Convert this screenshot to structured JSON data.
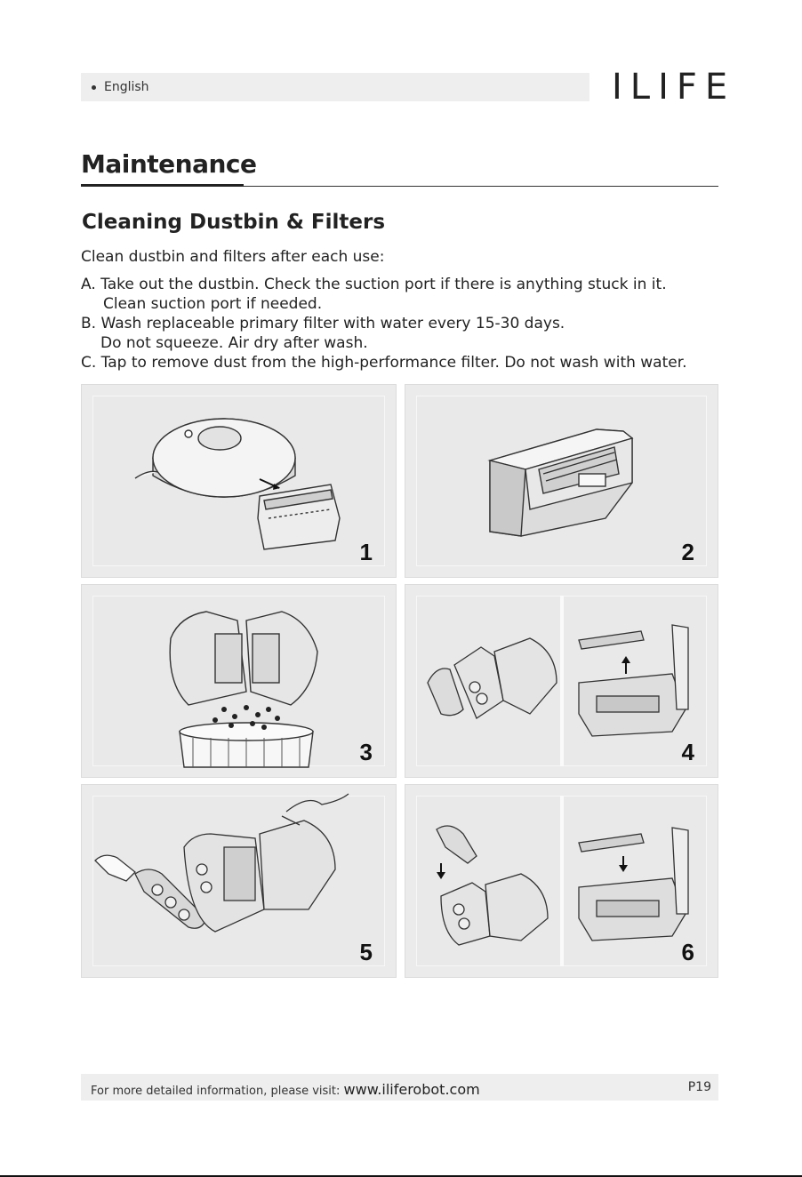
{
  "header": {
    "language": "English",
    "logo": "ILIFE"
  },
  "title": "Maintenance",
  "section_title": "Cleaning Dustbin & Filters",
  "intro": "Clean dustbin and filters after each use:",
  "steps": [
    "A. Take out the dustbin. Check the suction port if there is anything stuck in it.",
    "Clean suction port if needed.",
    "B. Wash replaceable primary filter with water every 15-30 days.",
    "Do not squeeze. Air dry after wash.",
    "C. Tap to remove dust from the high-performance filter. Do not wash with water."
  ],
  "figures": [
    {
      "number": "1",
      "icon": "robot-remove-dustbin-illustration"
    },
    {
      "number": "2",
      "icon": "dustbin-illustration"
    },
    {
      "number": "3",
      "icon": "empty-dustbin-illustration"
    },
    {
      "number": "4",
      "icon": "remove-filters-illustration"
    },
    {
      "number": "5",
      "icon": "tap-filters-illustration"
    },
    {
      "number": "6",
      "icon": "reinstall-filters-illustration"
    }
  ],
  "footer": {
    "note": "For more detailed information, please visit:",
    "url": "www.iliferobot.com",
    "page": "P19"
  }
}
